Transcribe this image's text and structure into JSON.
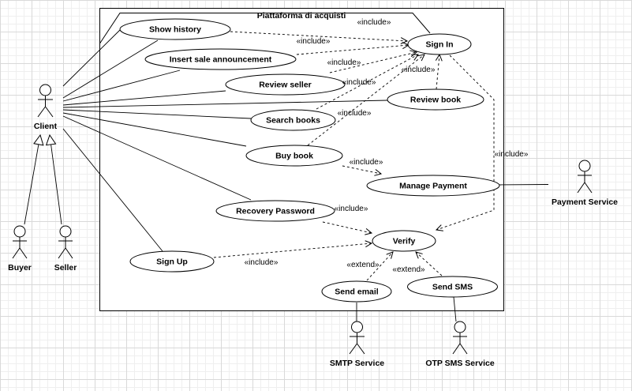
{
  "system": {
    "title": "Piattaforma di acquisti"
  },
  "use_cases": {
    "show_history": "Show history",
    "insert_sale": "Insert sale announcement",
    "review_seller": "Review seller",
    "search_books": "Search books",
    "buy_book": "Buy book",
    "recovery_password": "Recovery Password",
    "sign_up": "Sign Up",
    "sign_in": "Sign In",
    "review_book": "Review book",
    "manage_payment": "Manage Payment",
    "verify": "Verify",
    "send_email": "Send email",
    "send_sms": "Send SMS"
  },
  "actors": {
    "client": "Client",
    "buyer": "Buyer",
    "seller": "Seller",
    "payment_service": "Payment Service",
    "smtp_service": "SMTP Service",
    "otp_sms_service": "OTP SMS Service"
  },
  "relations": {
    "include": "«include»",
    "extend": "«extend»"
  }
}
